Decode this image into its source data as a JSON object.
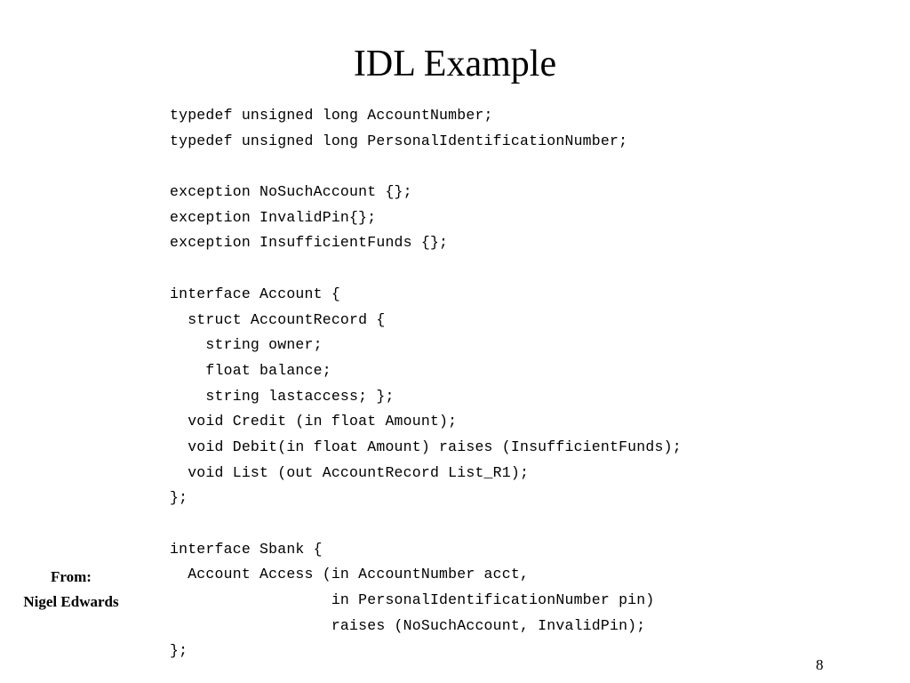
{
  "slide": {
    "title": "IDL Example",
    "code_lines": [
      "typedef unsigned long AccountNumber;",
      "typedef unsigned long PersonalIdentificationNumber;",
      "",
      "exception NoSuchAccount {};",
      "exception InvalidPin{};",
      "exception InsufficientFunds {};",
      "",
      "interface Account {",
      "  struct AccountRecord {",
      "    string owner;",
      "    float balance;",
      "    string lastaccess; };",
      "  void Credit (in float Amount);",
      "  void Debit(in float Amount) raises (InsufficientFunds);",
      "  void List (out AccountRecord List_R1);",
      "};",
      "",
      "interface Sbank {",
      "  Account Access (in AccountNumber acct,",
      "                  in PersonalIdentificationNumber pin)",
      "                  raises (NoSuchAccount, InvalidPin);",
      "};"
    ],
    "attribution": {
      "from_label": "From:",
      "author": "Nigel Edwards"
    },
    "page_number": "8"
  }
}
